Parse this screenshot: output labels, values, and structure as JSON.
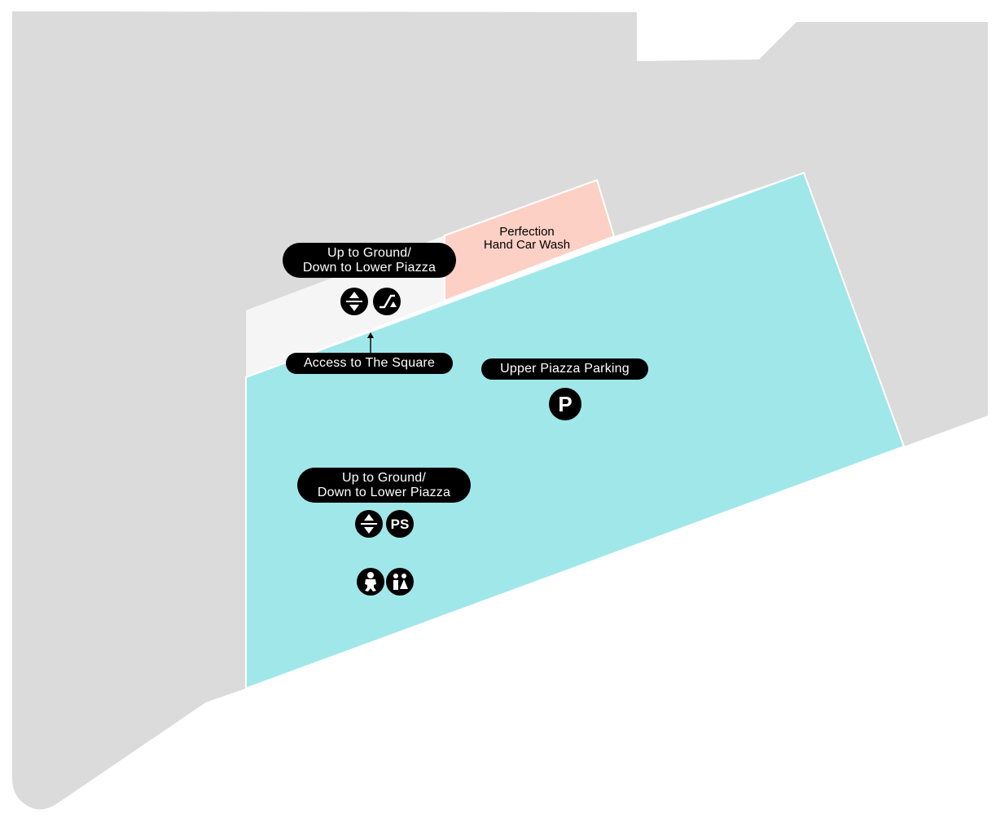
{
  "colors": {
    "background": "#ffffff",
    "surrounding_area": "#dbdbdb",
    "walkway": "#f5f5f5",
    "parking_zone": "#a0e7ea",
    "car_wash_zone": "#fdd0c5",
    "label_background": "#000000",
    "label_text": "#ffffff"
  },
  "zones": {
    "car_wash": {
      "line1": "Perfection",
      "line2": "Hand Car Wash"
    }
  },
  "labels": {
    "upper_transit": {
      "line1": "Up to Ground/",
      "line2": "Down to Lower Piazza"
    },
    "access": "Access to The Square",
    "parking": "Upper Piazza Parking",
    "lower_transit": {
      "line1": "Up to Ground/",
      "line2": "Down to Lower Piazza"
    }
  },
  "icons": {
    "upper_lift": {
      "name": "lift-icon",
      "glyph": "lift"
    },
    "upper_ramp": {
      "name": "ramp-icon",
      "glyph": "ramp"
    },
    "parking": {
      "name": "parking-icon",
      "text": "P"
    },
    "lower_lift": {
      "name": "lift-icon",
      "glyph": "lift"
    },
    "parent_services": {
      "name": "parent-services-icon",
      "text": "PS"
    },
    "baby_change": {
      "name": "baby-change-icon",
      "glyph": "baby"
    },
    "toilets": {
      "name": "toilets-icon",
      "glyph": "toilets"
    }
  }
}
